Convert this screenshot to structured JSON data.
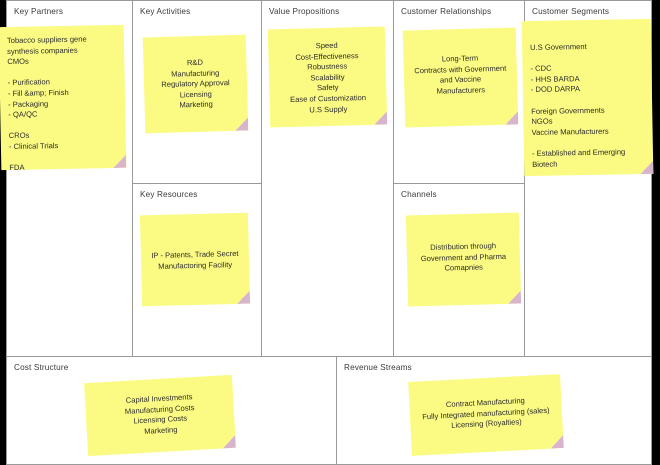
{
  "board": {
    "title": "Business Model Canvas",
    "note_color": "#fbfb84",
    "fold_color": "#d9b4cd",
    "border_color": "#9a9a9a",
    "edge_color": "#000000"
  },
  "blocks": {
    "key_partners": {
      "title": "Key Partners",
      "note": "Tobacco suppliers gene\nsynthesis companies\nCMOs\n\n- Purification\n- Fill &amp; Finish\n- Packaging\n- QA/QC\n\nCROs\n- Clinical Trials\n\nFDA"
    },
    "key_activities": {
      "title": "Key Activities",
      "note": "R&D\nManufacturing\nRegulatory Approval\nLicensing\nMarketing"
    },
    "key_resources": {
      "title": "Key Resources",
      "note": "IP - Patents, Trade Secret\nManufactoring Facility"
    },
    "value_propositions": {
      "title": "Value Propositions",
      "note": "Speed\nCost-Effectiveness\nRobustness\nScalability\nSafety\nEase of Customization\nU.S Supply"
    },
    "customer_relationships": {
      "title": "Customer Relationships",
      "note": "Long-Term\nContracts with Government\nand Vaccine\nManufacturers"
    },
    "channels": {
      "title": "Channels",
      "note": "Distribution through\nGovernment and Pharma\nComapnies"
    },
    "customer_segments": {
      "title": "Customer Segments",
      "note": "U.S Government\n\n- CDC\n- HHS BARDA\n- DOD DARPA\n\nForeign Governments\nNGOs\nVaccine Manufacturers\n\n- Established and Emerging\nBiotech"
    },
    "cost_structure": {
      "title": "Cost Structure",
      "note": "Capital Investments\nManufacturing Costs\nLicensing Costs\nMarketing"
    },
    "revenue_streams": {
      "title": "Revenue Streams",
      "note": "Contract Manufacturing\nFully Integrated manufacturing (sales)\nLicensing (Royalties)"
    }
  }
}
